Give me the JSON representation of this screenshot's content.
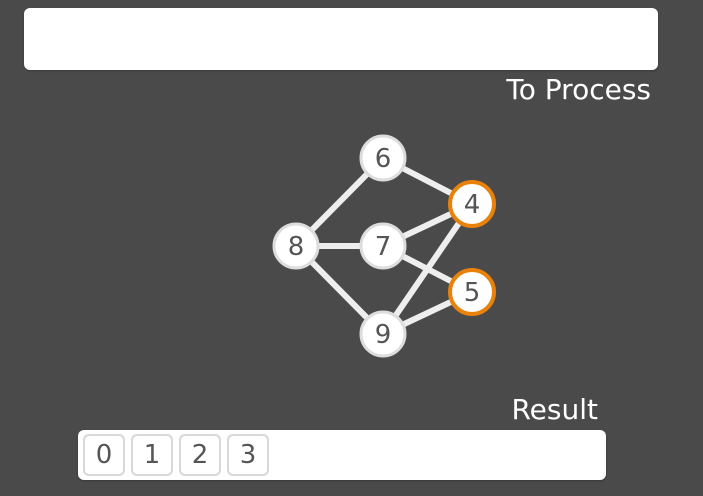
{
  "to_process": {
    "label": "To Process",
    "items": []
  },
  "graph": {
    "nodes": [
      {
        "id": "6",
        "label": "6",
        "state": "normal"
      },
      {
        "id": "4",
        "label": "4",
        "state": "highlighted"
      },
      {
        "id": "8",
        "label": "8",
        "state": "normal"
      },
      {
        "id": "7",
        "label": "7",
        "state": "normal"
      },
      {
        "id": "5",
        "label": "5",
        "state": "highlighted"
      },
      {
        "id": "9",
        "label": "9",
        "state": "normal"
      }
    ],
    "edges": [
      [
        "8",
        "6"
      ],
      [
        "8",
        "7"
      ],
      [
        "8",
        "9"
      ],
      [
        "6",
        "4"
      ],
      [
        "7",
        "4"
      ],
      [
        "7",
        "5"
      ],
      [
        "9",
        "4"
      ],
      [
        "9",
        "5"
      ]
    ],
    "colors": {
      "node_fill": "#ffffff",
      "node_border": "#dddddd",
      "highlight_border": "#e8820c",
      "edge": "#eeeeee"
    }
  },
  "result": {
    "label": "Result",
    "items": [
      "0",
      "1",
      "2",
      "3"
    ]
  }
}
